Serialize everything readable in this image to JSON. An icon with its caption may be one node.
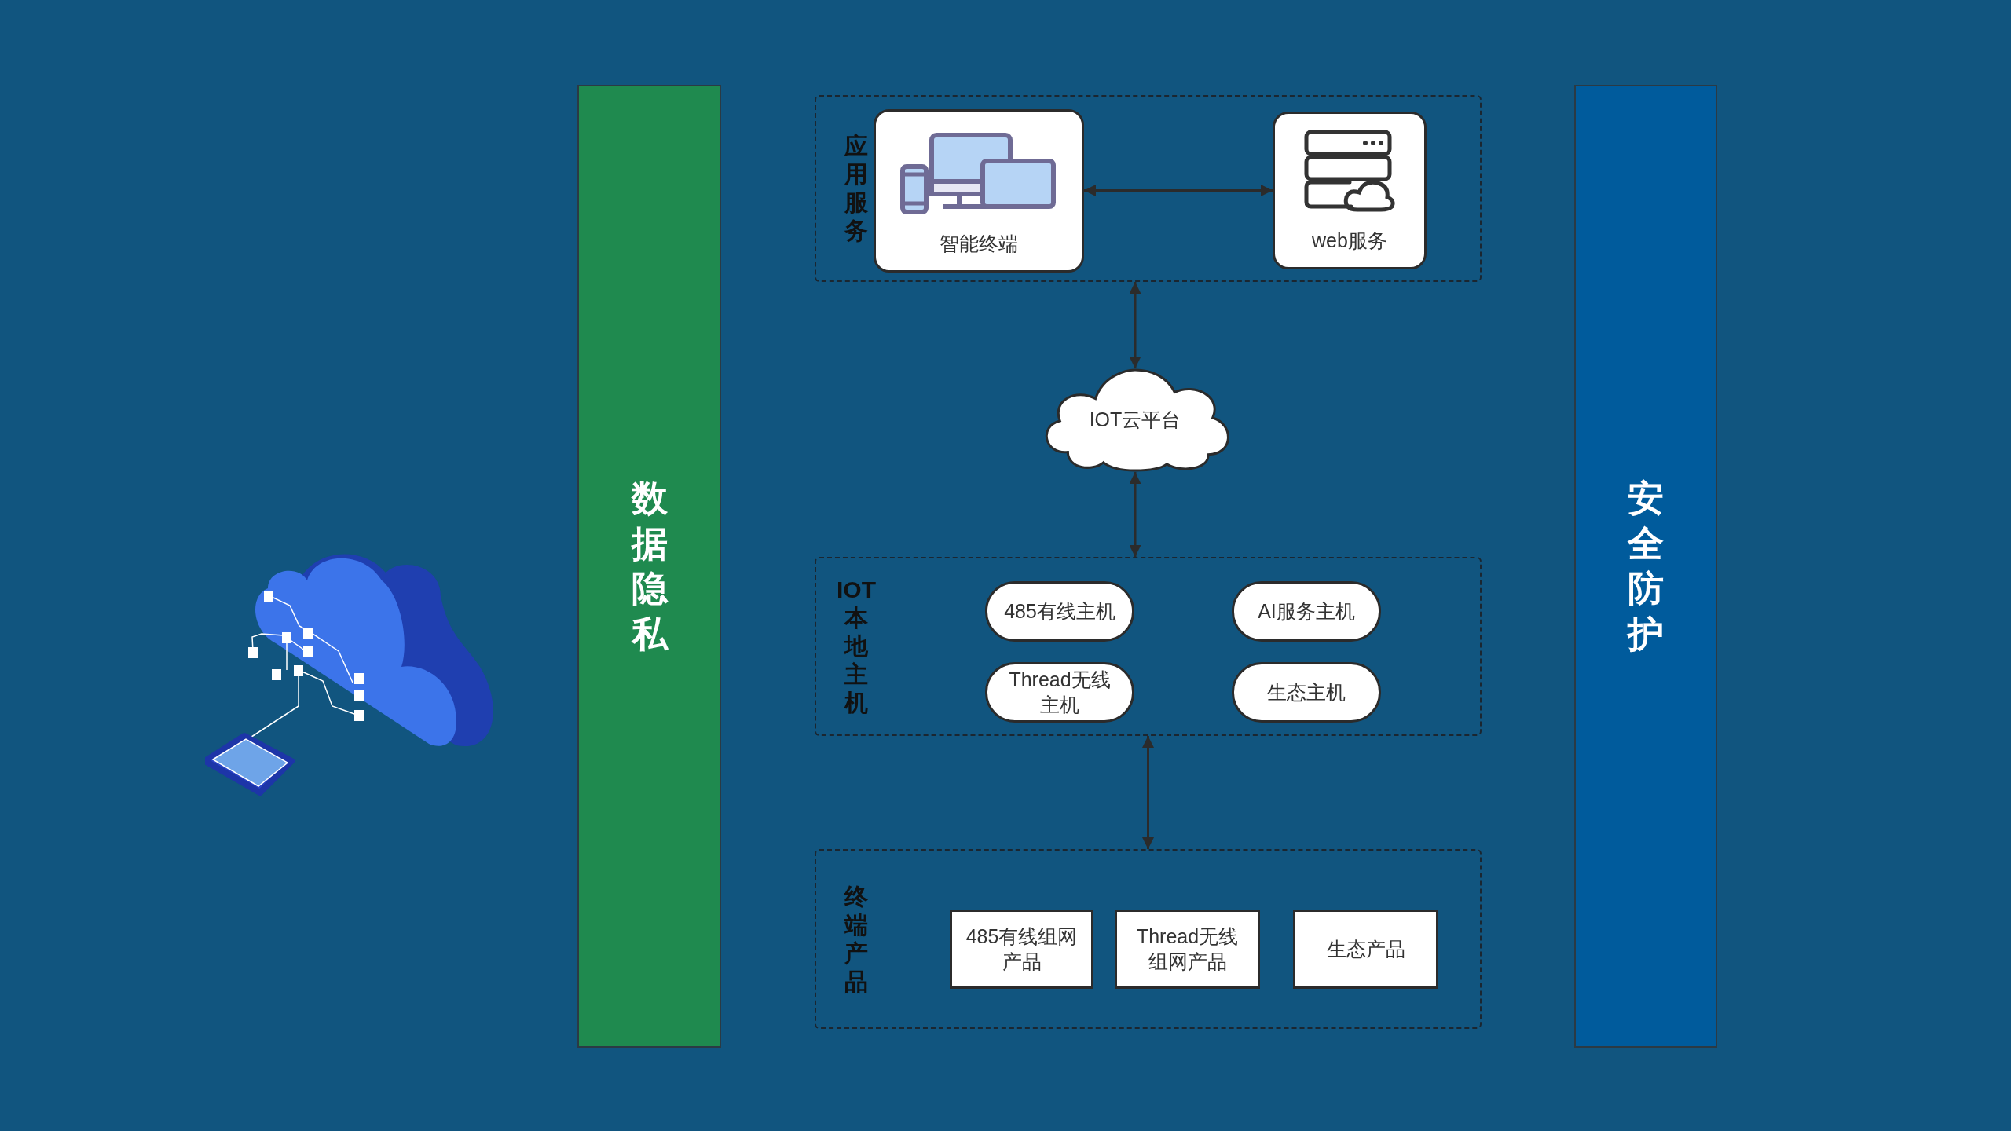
{
  "diagram": {
    "nodes": [
      {
        "text": [
          "数据隐私"
        ]
      },
      {
        "text": [
          "应用服务"
        ]
      },
      {
        "text": [
          "智能终端"
        ],
        "in": 1
      },
      {
        "text": [
          "web服务"
        ],
        "in": 1
      },
      {
        "text": [
          "IOT云平台"
        ]
      },
      {
        "text": [
          "IOT本地主机"
        ]
      },
      {
        "text": [
          "485有线主机"
        ],
        "in": 5
      },
      {
        "text": [
          "AI服务主机"
        ],
        "in": 5
      },
      {
        "text": [
          "Thread无线主机"
        ],
        "in": 5
      },
      {
        "text": [
          "生态主机"
        ],
        "in": 5
      },
      {
        "text": [
          "终端产品"
        ]
      },
      {
        "text": [
          "485有线组网产品"
        ],
        "in": 10
      },
      {
        "text": [
          "Thread无线组网产品"
        ],
        "in": 10
      },
      {
        "text": [
          "生态产品"
        ],
        "in": 10
      },
      {
        "text": [
          "安全防护"
        ]
      }
    ],
    "edges": [
      {
        "from": 2,
        "to": 3,
        "arrow": "both"
      },
      {
        "from": 1,
        "to": 4,
        "arrow": "both"
      },
      {
        "from": 4,
        "to": 5,
        "arrow": "both"
      },
      {
        "from": 5,
        "to": 10,
        "arrow": "both"
      }
    ]
  }
}
